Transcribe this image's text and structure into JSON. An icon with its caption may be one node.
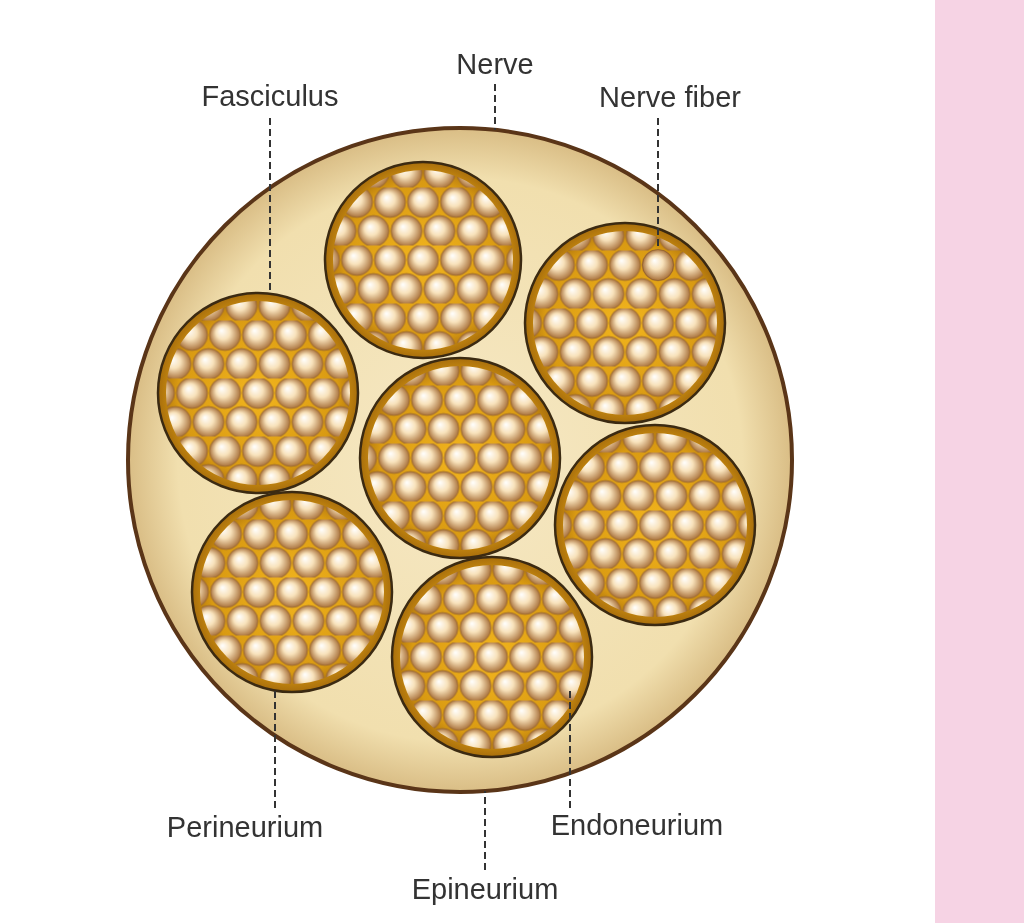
{
  "diagram": {
    "nodes": [
      {
        "text": [
          "Nerve"
        ]
      },
      {
        "text": [
          "Fasciculus"
        ]
      },
      {
        "text": [
          "Nerve fiber"
        ]
      },
      {
        "text": [
          "Perineurium"
        ]
      },
      {
        "text": [
          "Epineurium"
        ]
      },
      {
        "text": [
          "Endoneurium"
        ]
      },
      {
        "text": [],
        "shape": "circle"
      },
      {
        "text": [],
        "shape": "circle",
        "in": 6
      },
      {
        "text": [],
        "shape": "circle",
        "in": 6
      },
      {
        "text": [],
        "shape": "circle",
        "in": 8
      },
      {
        "text": [],
        "shape": "circle",
        "in": 6
      },
      {
        "text": [],
        "shape": "circle",
        "in": 6
      },
      {
        "text": [],
        "shape": "circle",
        "in": 6
      },
      {
        "text": [],
        "shape": "circle",
        "in": 6
      },
      {
        "text": [],
        "shape": "circle",
        "in": 6
      }
    ],
    "edges": [
      {
        "from": 0,
        "to": 6,
        "arrow": "none",
        "style": "dashed"
      },
      {
        "from": 1,
        "to": 10,
        "arrow": "none",
        "style": "dashed"
      },
      {
        "from": 2,
        "to": 9,
        "arrow": "none",
        "style": "dashed"
      },
      {
        "from": 3,
        "to": 13,
        "arrow": "none",
        "style": "dashed"
      },
      {
        "from": 4,
        "to": 6,
        "arrow": "none",
        "style": "dashed"
      },
      {
        "from": 5,
        "to": 14,
        "arrow": "none",
        "style": "dashed"
      }
    ]
  }
}
